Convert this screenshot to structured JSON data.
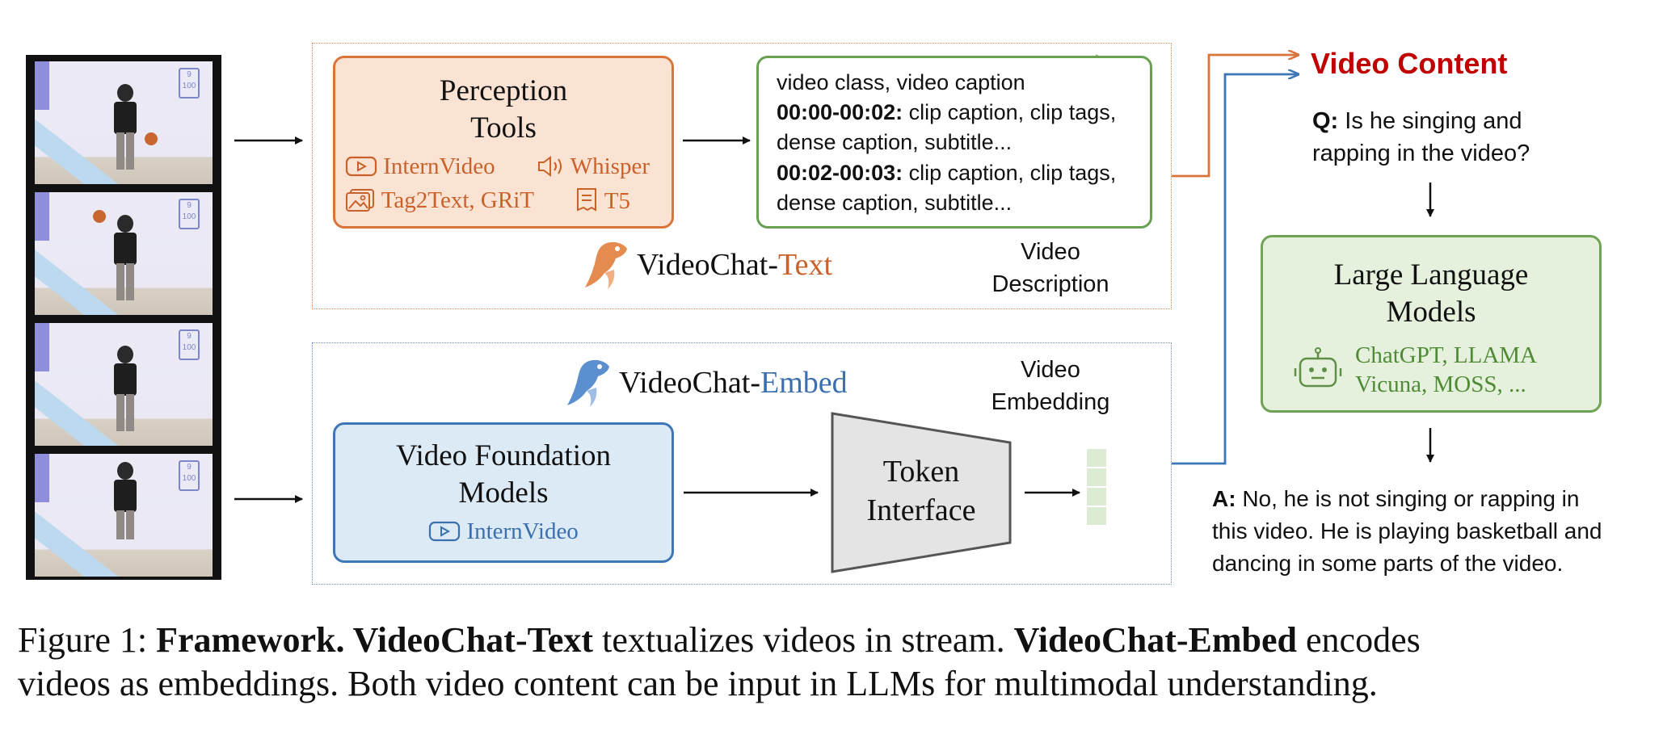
{
  "perception": {
    "title_line1": "Perception",
    "title_line2": "Tools",
    "tools": [
      "InternVideo",
      "Whisper",
      "Tag2Text, GRiT",
      "T5"
    ]
  },
  "description_box": {
    "line1": "video class, video caption",
    "seg1_time": "00:00-00:02:",
    "seg1_text": " clip caption, clip tags,",
    "seg1_line2": "dense caption, subtitle...",
    "seg2_time": "00:02-00:03:",
    "seg2_text": " clip caption, clip tags,",
    "seg2_line2": "dense caption, subtitle..."
  },
  "videochat_text": {
    "prefix": "VideoChat-",
    "suffix": "Text"
  },
  "video_description": {
    "line1": "Video",
    "line2": "Description"
  },
  "videochat_embed": {
    "prefix": "VideoChat-",
    "suffix": "Embed"
  },
  "video_embedding": {
    "line1": "Video",
    "line2": "Embedding"
  },
  "vfm": {
    "title_line1": "Video Foundation",
    "title_line2": "Models",
    "tool": "InternVideo"
  },
  "token_interface": {
    "line1": "Token",
    "line2": "Interface"
  },
  "video_content": "Video Content",
  "question": {
    "label": "Q:",
    "line1": " Is he singing and",
    "line2": "rapping in the video?"
  },
  "llm": {
    "title_line1": "Large Language",
    "title_line2": "Models",
    "tools_line1": "ChatGPT, LLAMA",
    "tools_line2": "Vicuna, MOSS, ..."
  },
  "answer": {
    "label": "A:",
    "line1": " No, he is not singing or rapping in",
    "line2": "this video. He is playing basketball and",
    "line3": "dancing in some parts of the video."
  },
  "caption": {
    "prefix": "Figure 1: ",
    "bold1": "Framework. VideoChat-Text",
    "text1": " textualizes videos in stream. ",
    "bold2": "VideoChat-Embed",
    "text2": " encodes",
    "line2": "videos as embeddings. Both video content can be input in LLMs for multimodal understanding."
  },
  "colors": {
    "orange": "#d9743a",
    "blue": "#3d77b5",
    "green": "#6aa150",
    "red": "#c00000"
  }
}
